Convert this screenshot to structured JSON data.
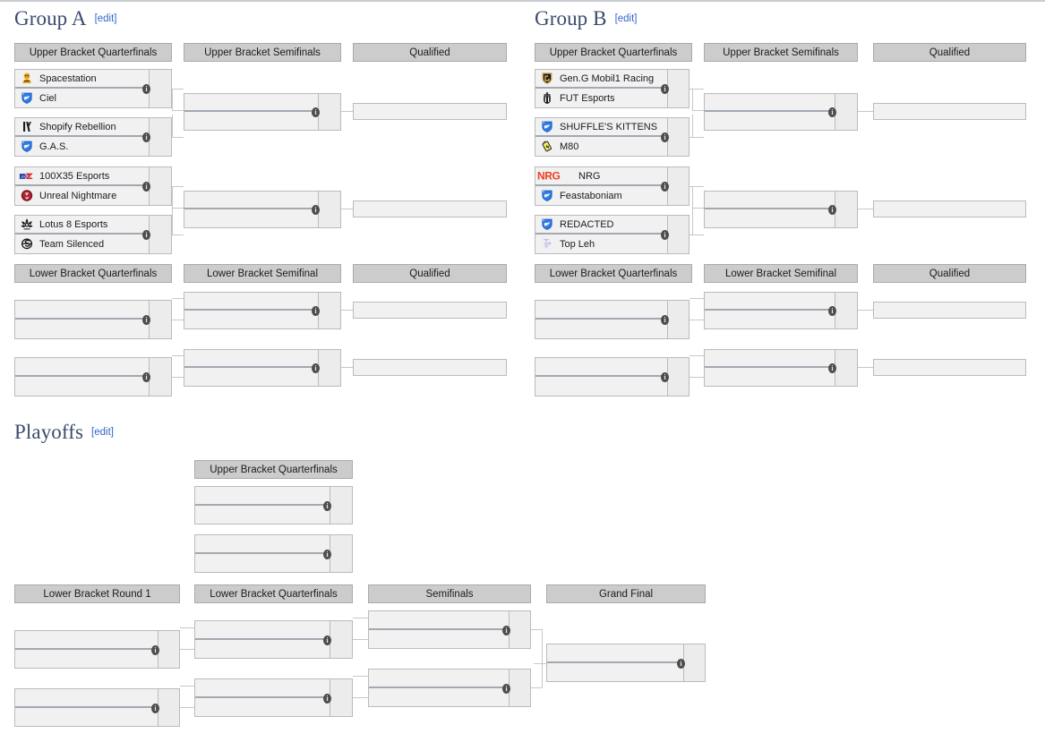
{
  "sections": [
    {
      "id": "group-a",
      "title": "Group A",
      "edit_label": "[edit]",
      "rounds": [
        {
          "id": "ub-qf",
          "label": "Upper Bracket Quarterfinals"
        },
        {
          "id": "ub-sf",
          "label": "Upper Bracket Semifinals"
        },
        {
          "id": "ub-qual",
          "label": "Qualified"
        },
        {
          "id": "lb-qf",
          "label": "Lower Bracket Quarterfinals"
        },
        {
          "id": "lb-sf",
          "label": "Lower Bracket Semifinal"
        },
        {
          "id": "lb-qual",
          "label": "Qualified"
        }
      ],
      "matches": [
        {
          "id": "a-ubqf-1",
          "top": "Spacestation",
          "bottom": "Ciel",
          "top_logo": "spacestation-logo",
          "bottom_logo": "ciel-logo"
        },
        {
          "id": "a-ubqf-2",
          "top": "Shopify Rebellion",
          "bottom": "G.A.S.",
          "top_logo": "shopify-rebellion-logo",
          "bottom_logo": "gas-logo"
        },
        {
          "id": "a-ubqf-3",
          "top": "100X35 Esports",
          "bottom": "Unreal Nightmare",
          "top_logo": "100x35-esports-logo",
          "bottom_logo": "unreal-nightmare-logo"
        },
        {
          "id": "a-ubqf-4",
          "top": "Lotus 8 Esports",
          "bottom": "Team Silenced",
          "top_logo": "lotus-8-esports-logo",
          "bottom_logo": "team-silenced-logo"
        }
      ]
    },
    {
      "id": "group-b",
      "title": "Group B",
      "edit_label": "[edit]",
      "rounds": [
        {
          "id": "ub-qf",
          "label": "Upper Bracket Quarterfinals"
        },
        {
          "id": "ub-sf",
          "label": "Upper Bracket Semifinals"
        },
        {
          "id": "ub-qual",
          "label": "Qualified"
        },
        {
          "id": "lb-qf",
          "label": "Lower Bracket Quarterfinals"
        },
        {
          "id": "lb-sf",
          "label": "Lower Bracket Semifinal"
        },
        {
          "id": "lb-qual",
          "label": "Qualified"
        }
      ],
      "matches": [
        {
          "id": "b-ubqf-1",
          "top": "Gen.G Mobil1 Racing",
          "bottom": "FUT Esports",
          "top_logo": "geng-mobil1-racing-logo",
          "bottom_logo": "fut-esports-logo"
        },
        {
          "id": "b-ubqf-2",
          "top": "SHUFFLE'S KITTENS",
          "bottom": "M80",
          "top_logo": "shuffles-kittens-logo",
          "bottom_logo": "m80-logo"
        },
        {
          "id": "b-ubqf-3",
          "top": "NRG",
          "bottom": "Feastaboniam",
          "top_logo": "nrg-logo",
          "bottom_logo": "feastaboniam-logo"
        },
        {
          "id": "b-ubqf-4",
          "top": "REDACTED",
          "bottom": "Top Leh",
          "top_logo": "redacted-logo",
          "bottom_logo": "top-leh-logo"
        }
      ]
    },
    {
      "id": "playoffs",
      "title": "Playoffs",
      "edit_label": "[edit]",
      "rounds": [
        {
          "id": "p-ubqf",
          "label": "Upper Bracket Quarterfinals"
        },
        {
          "id": "p-lbr1",
          "label": "Lower Bracket Round 1"
        },
        {
          "id": "p-lbqf",
          "label": "Lower Bracket Quarterfinals"
        },
        {
          "id": "p-sf",
          "label": "Semifinals"
        },
        {
          "id": "p-gf",
          "label": "Grand Final"
        }
      ]
    }
  ],
  "icons": {
    "info": "i"
  },
  "colors": {
    "header_bar": "#cccccc",
    "header_border": "#aaaaaa",
    "match_fill": "#f1f1f1",
    "match_border": "#bbbbbb",
    "divider": "#a2a9b1",
    "heading_text": "#3a4b6d",
    "link": "#3366cc",
    "score_strip": "#ececec"
  }
}
